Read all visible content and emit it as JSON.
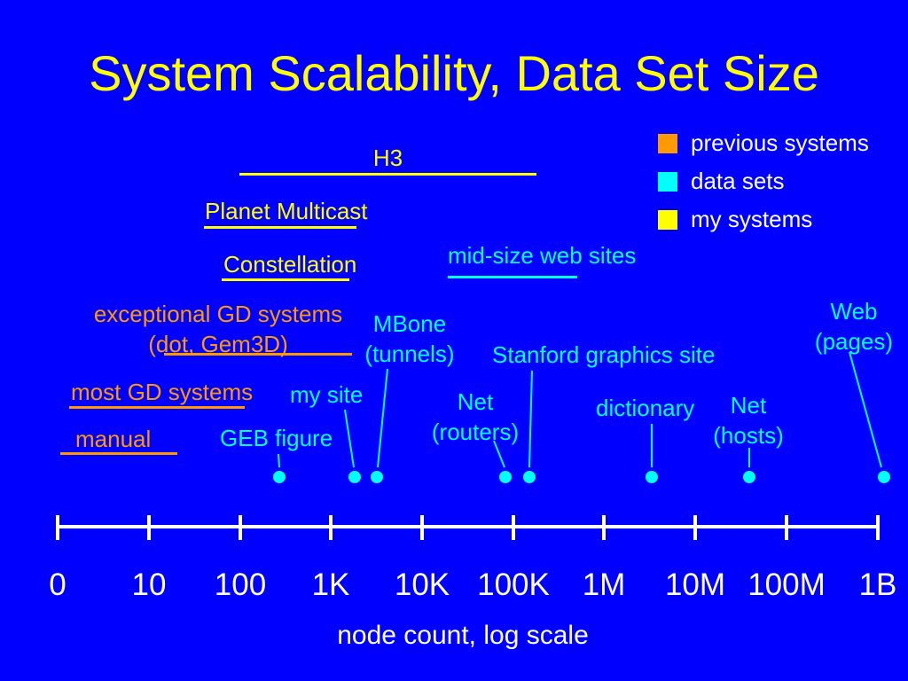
{
  "title": "System Scalability, Data Set Size",
  "legend": {
    "items": [
      {
        "label": "previous systems",
        "color": "#FF9900"
      },
      {
        "label": "data sets",
        "color": "#00FFFF"
      },
      {
        "label": "my systems",
        "color": "#FFFF00"
      }
    ]
  },
  "labels": {
    "h3": "H3",
    "planet_multicast": "Planet Multicast",
    "constellation": "Constellation",
    "mid_size_web_sites": "mid-size web sites",
    "exceptional_gd_1": "exceptional GD systems",
    "exceptional_gd_2": "(dot, Gem3D)",
    "most_gd_systems": "most GD systems",
    "manual": "manual",
    "mbone_1": "MBone",
    "mbone_2": "(tunnels)",
    "stanford": "Stanford graphics site",
    "my_site": "my site",
    "net_routers_1": "Net",
    "net_routers_2": "(routers)",
    "dictionary": "dictionary",
    "net_hosts_1": "Net",
    "net_hosts_2": "(hosts)",
    "geb_figure": "GEB figure",
    "web_pages_1": "Web",
    "web_pages_2": "(pages)"
  },
  "axis": {
    "ticks": [
      "0",
      "10",
      "100",
      "1K",
      "10K",
      "100K",
      "1M",
      "10M",
      "100M",
      "1B"
    ],
    "caption": "node count, log scale"
  },
  "colors": {
    "background": "#0000FE",
    "yellow": "#FFFF00",
    "orange": "#FF9900",
    "cyan": "#00FFFF",
    "white": "#FFFFFF"
  },
  "chart_data": {
    "type": "scatter",
    "title": "System Scalability, Data Set Size",
    "xlabel": "node count, log scale",
    "x_scale": "log",
    "x_tick_labels": [
      "0",
      "10",
      "100",
      "1K",
      "10K",
      "100K",
      "1M",
      "10M",
      "100M",
      "1B"
    ],
    "legend_entries": [
      "previous systems",
      "data sets",
      "my systems"
    ],
    "points": [
      {
        "label": "GEB figure",
        "category": "data sets",
        "node_count_approx": 300
      },
      {
        "label": "my site",
        "category": "data sets",
        "node_count_approx": 1800
      },
      {
        "label": "MBone (tunnels)",
        "category": "data sets",
        "node_count_approx": 3500
      },
      {
        "label": "Net (routers)",
        "category": "data sets",
        "node_count_approx": 80000
      },
      {
        "label": "Stanford graphics site",
        "category": "data sets",
        "node_count_approx": 150000
      },
      {
        "label": "dictionary",
        "category": "data sets",
        "node_count_approx": 3000000
      },
      {
        "label": "Net (hosts)",
        "category": "data sets",
        "node_count_approx": 40000000
      },
      {
        "label": "Web (pages)",
        "category": "data sets",
        "node_count_approx": 1000000000
      }
    ],
    "ranges": [
      {
        "label": "manual",
        "category": "previous systems",
        "from_approx": 1,
        "to_approx": 20
      },
      {
        "label": "most GD systems",
        "category": "previous systems",
        "from_approx": 1,
        "to_approx": 100
      },
      {
        "label": "exceptional GD systems (dot, Gem3D)",
        "category": "previous systems",
        "from_approx": 15,
        "to_approx": 1500
      },
      {
        "label": "Constellation",
        "category": "my systems",
        "from_approx": 60,
        "to_approx": 1500
      },
      {
        "label": "Planet Multicast",
        "category": "my systems",
        "from_approx": 40,
        "to_approx": 1800
      },
      {
        "label": "H3",
        "category": "my systems",
        "from_approx": 100,
        "to_approx": 180000
      },
      {
        "label": "mid-size web sites",
        "category": "data sets",
        "from_approx": 20000,
        "to_approx": 500000
      }
    ]
  }
}
